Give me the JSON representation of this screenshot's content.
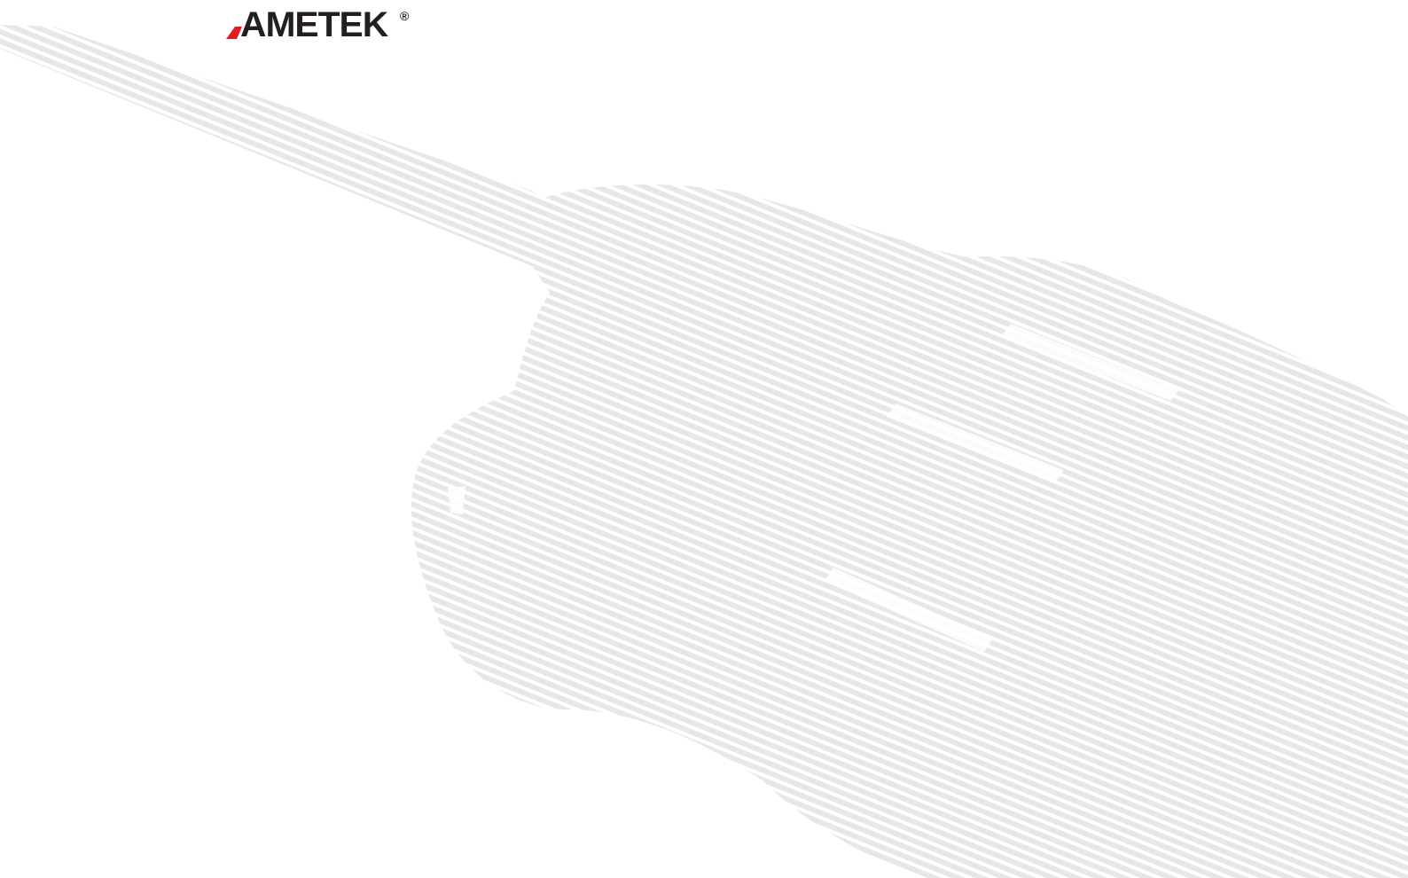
{
  "brand": {
    "name": "AMETEK",
    "registered_mark": "®",
    "colors": {
      "text": "#231f20",
      "accent": "#e31b23",
      "artwork": "#e6e7e8"
    }
  },
  "artwork": {
    "subject": "motor-line-art",
    "style": "engraved-stripes"
  }
}
